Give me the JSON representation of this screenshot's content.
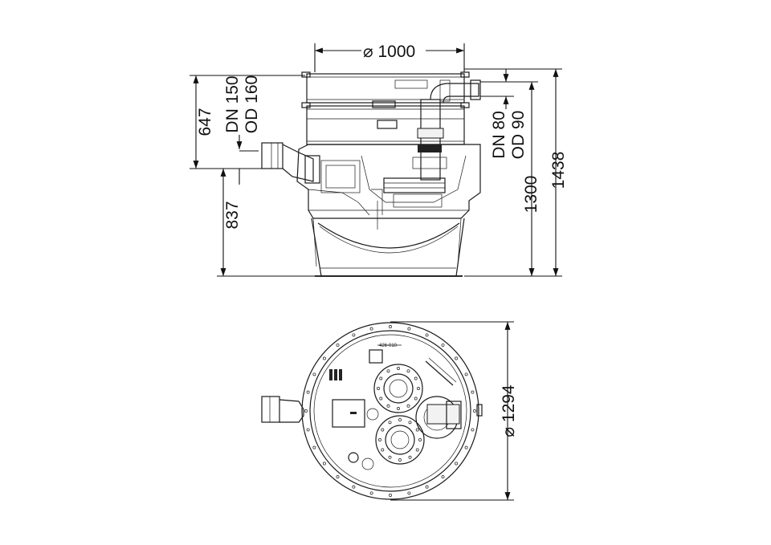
{
  "dimensions": {
    "top_width": "⌀ 1000",
    "inlet_height": "647",
    "inlet_nominal": "DN 150",
    "inlet_outer": "OD 160",
    "bottom_to_inlet": "837",
    "outlet_nominal": "DN 80",
    "outlet_outer": "OD 90",
    "height_1300": "1300",
    "height_1438": "1438",
    "plan_diameter": "⌀ 1294"
  },
  "labels": {
    "part_number": "426-010"
  }
}
